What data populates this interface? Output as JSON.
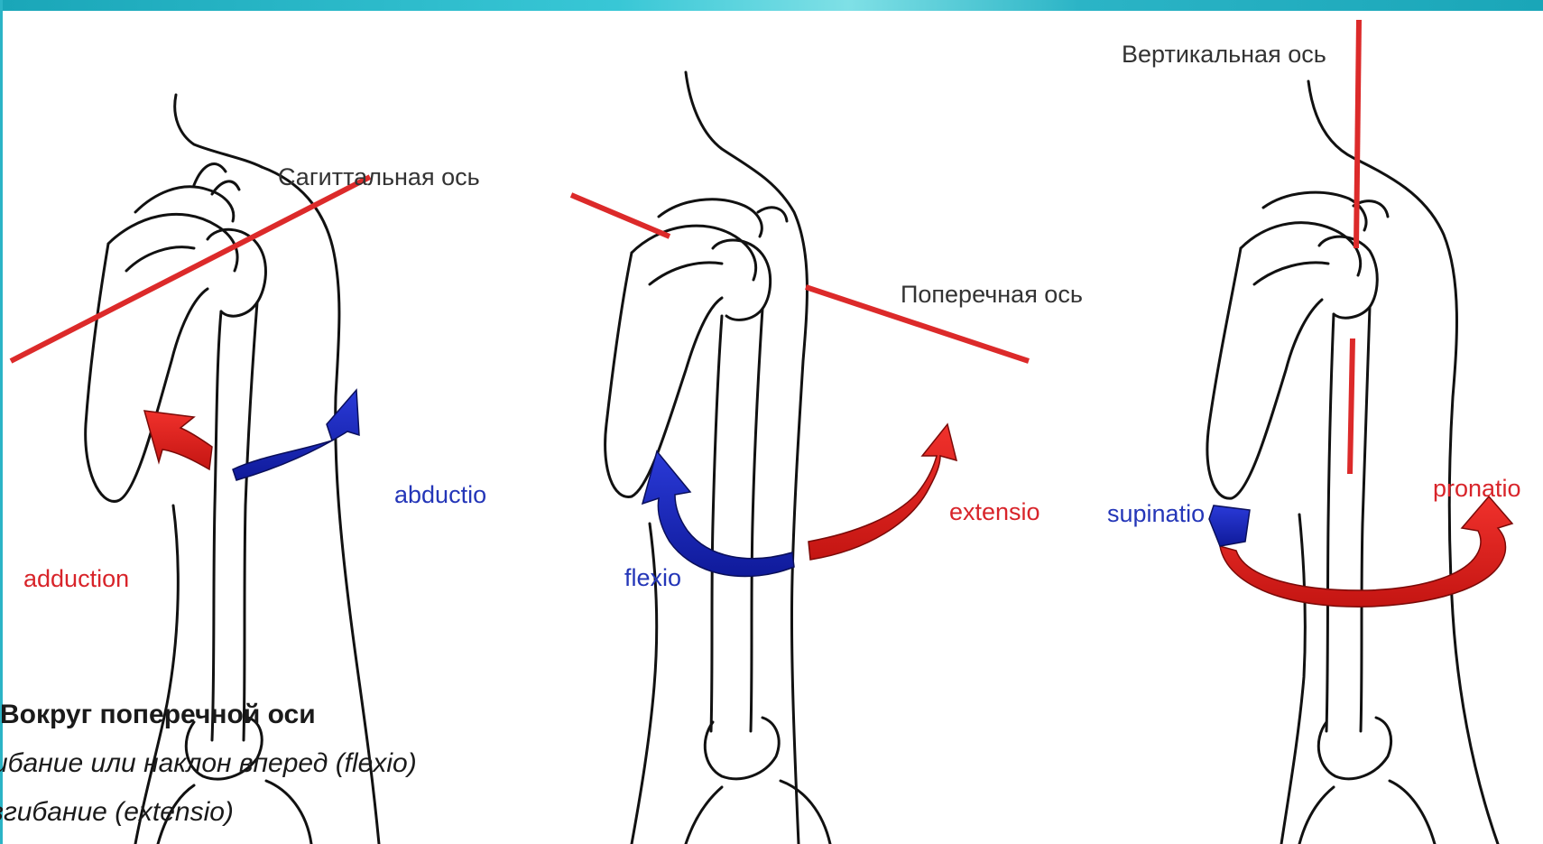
{
  "colors": {
    "axis_line": "#dc2a2a",
    "rotation_red": "#e3231f",
    "rotation_blue": "#1f2fc4",
    "bone_outline": "#111111",
    "frame_accent": "#2bb4c6"
  },
  "panels": [
    {
      "axis_label": "Сагиттальная ось",
      "movements": [
        {
          "label": "adduction",
          "color": "red",
          "icon": "curved-arrow-red"
        },
        {
          "label": "abductio",
          "color": "blue",
          "icon": "curved-arrow-blue"
        }
      ]
    },
    {
      "axis_label": "Поперечная ось",
      "movements": [
        {
          "label": "flexio",
          "color": "blue",
          "icon": "curved-arrow-blue"
        },
        {
          "label": "extensio",
          "color": "red",
          "icon": "curved-arrow-red"
        }
      ]
    },
    {
      "axis_label": "Вертикальная ось",
      "movements": [
        {
          "label": "supinatio",
          "color": "blue",
          "icon": "curved-arrow-blue"
        },
        {
          "label": "pronatio",
          "color": "red",
          "icon": "circular-arrow-red"
        }
      ]
    }
  ],
  "caption": {
    "heading": "Вокруг поперечной оси",
    "line1": "ибание или наклон вперед (flexio)",
    "line2": "згибание (extensio)"
  }
}
